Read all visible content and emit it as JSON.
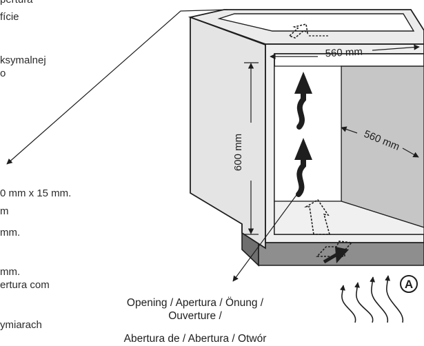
{
  "left_text": [
    "pertura",
    "fície",
    "ksymalnej",
    "o",
    "0 mm x 15 mm.",
    "m",
    " mm.",
    "mm.",
    "ertura com",
    "ymiarach"
  ],
  "dimensions": {
    "top_width": "560 mm",
    "depth": "560 mm",
    "height": "600 mm"
  },
  "marker_label": "A",
  "caption_lines": [
    "Opening / Apertura / Önung /",
    "Ouverture /",
    "Abertura de / Abertura / Otwór"
  ],
  "colors": {
    "cabinet_face": "#e8e8e8",
    "side_panel": "#c6c6c6",
    "plinth": "#8e8e8e",
    "outline": "#1e1e1e"
  }
}
